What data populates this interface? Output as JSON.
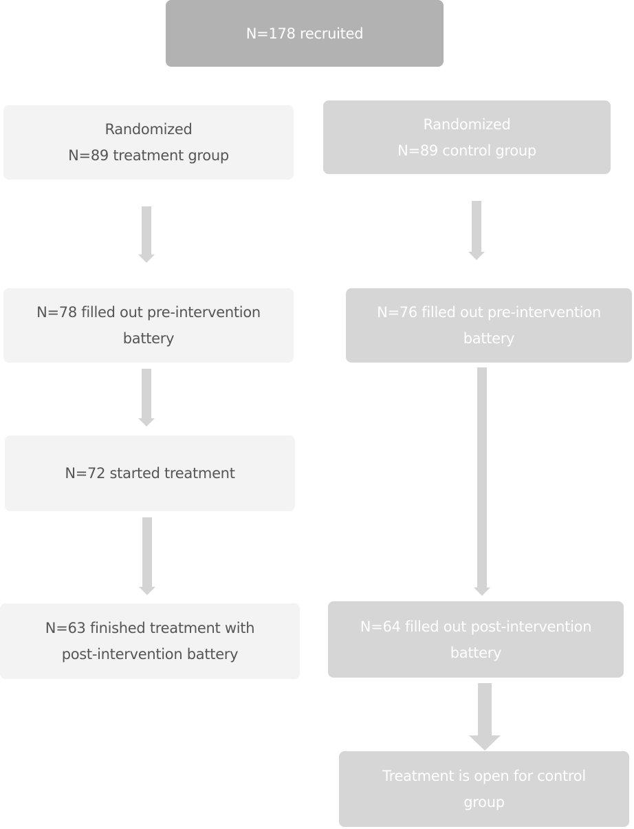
{
  "recruited": {
    "line1": "N=178 recruited"
  },
  "treatment": {
    "randomized": {
      "line1": "Randomized",
      "line2": "N=89 treatment group"
    },
    "pre_battery": {
      "line1": "N=78 filled out pre-intervention",
      "line2": "battery"
    },
    "started": {
      "line1": "N=72 started treatment"
    },
    "finished": {
      "line1": "N=63 finished treatment with",
      "line2": "post-intervention battery"
    }
  },
  "control": {
    "randomized": {
      "line1": "Randomized",
      "line2": "N=89 control group"
    },
    "pre_battery": {
      "line1": "N=76 filled out pre-intervention",
      "line2": "battery"
    },
    "post_battery": {
      "line1": "N=64 filled out post-intervention",
      "line2": "battery"
    },
    "open": {
      "line1": "Treatment is open for control",
      "line2": "group"
    }
  },
  "colors": {
    "top_box": "#b2b2b2",
    "treatment_box": "#f3f3f3",
    "control_box": "#d6d6d6",
    "arrow": "#d4d4d4",
    "treatment_text": "#555555",
    "light_text": "#ffffff"
  }
}
